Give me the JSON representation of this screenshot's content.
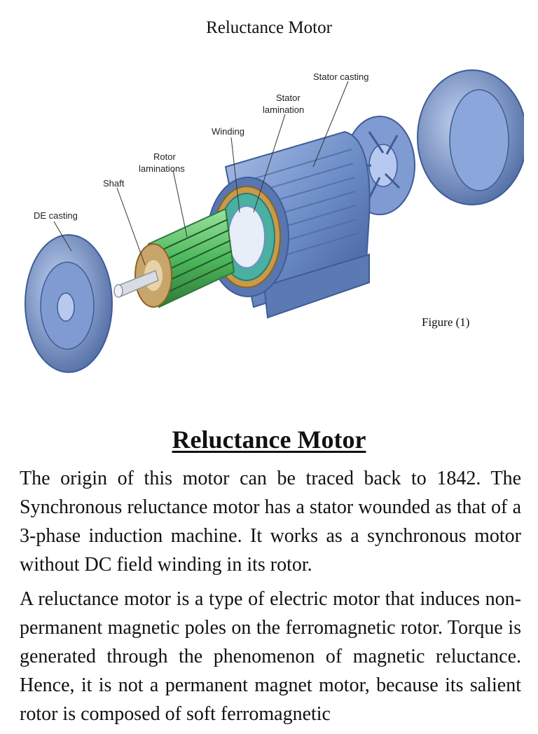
{
  "page_header": "Reluctance Motor",
  "figure": {
    "caption": "Figure (1)",
    "labels": {
      "stator_casting": "Stator casting",
      "stator_lamination_1": "Stator",
      "stator_lamination_2": "lamination",
      "winding": "Winding",
      "rotor_laminations_1": "Rotor",
      "rotor_laminations_2": "laminations",
      "shaft": "Shaft",
      "de_casting": "DE casting"
    },
    "colors": {
      "casting": "#6f8fc8",
      "casting_dark": "#4a67a0",
      "rotor": "#5fbf6a",
      "winding": "#c89a4a"
    }
  },
  "section": {
    "heading": "Reluctance Motor",
    "paragraphs": [
      "The origin of this motor can be traced back to 1842. The Synchronous reluctance motor has a stator wounded as that of a 3-phase induction machine. It works as a synchronous motor without DC field winding in its rotor.",
      "A reluctance motor is a type of electric motor that induces non-permanent magnetic poles on the ferromagnetic rotor. Torque is generated through the phenomenon of magnetic reluctance. Hence, it is not a permanent magnet motor, because its salient rotor is composed of soft ferromagnetic"
    ]
  }
}
